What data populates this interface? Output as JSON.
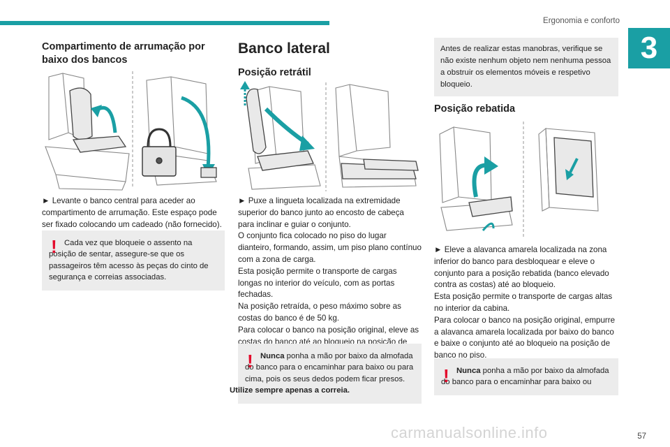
{
  "header": {
    "title": "Ergonomia e conforto",
    "chapter": "3",
    "page_number": "57"
  },
  "col1": {
    "heading": "Compartimento de arrumação por baixo dos bancos",
    "paragraph": "► Levante o banco central para aceder ao compartimento de arrumação. Este espaço pode ser fixado colocando um cadeado (não fornecido).",
    "warning": "Cada vez que bloqueie o assento na posição de sentar, assegure-se que os passageiros têm acesso às peças do cinto de segurança e correias associadas."
  },
  "col2": {
    "section_title": "Banco lateral",
    "subheading": "Posição retrátil",
    "paragraph_lines": [
      "► Puxe a lingueta localizada na extremidade superior do banco junto ao encosto de cabeça para inclinar e guiar o conjunto.",
      "O conjunto fica colocado no piso do lugar dianteiro, formando, assim, um piso plano contínuo com a zona de carga.",
      "Esta posição permite o transporte de cargas longas no interior do veículo, com as portas fechadas.",
      "Na posição retraída, o peso máximo sobre as costas do banco é de 50 kg.",
      "Para colocar o banco na posição original, eleve as costas do banco até ao bloqueio na posição de banco no piso."
    ],
    "warning_bold": "Nunca",
    "warning_text": " ponha a mão por baixo da almofada do banco para o encaminhar para baixo ou para cima, pois os seus dedos podem ficar presos.",
    "warning_last": "Utilize sempre apenas a correia."
  },
  "col3": {
    "note": "Antes de realizar estas manobras, verifique se não existe nenhum objeto nem nenhuma pessoa a obstruir os elementos móveis e respetivo bloqueio.",
    "subheading": "Posição rebatida",
    "paragraph_lines": [
      "► Eleve a alavanca amarela localizada na zona inferior do banco para desbloquear e eleve o conjunto para a posição rebatida (banco elevado contra as costas) até ao bloqueio.",
      "Esta posição permite o transporte de cargas altas no interior da cabina.",
      "Para colocar o banco na posição original, empurre a alavanca amarela localizada por baixo do banco e baixe o conjunto até ao bloqueio na posição de banco no piso."
    ],
    "warning_bold": "Nunca",
    "warning_text": " ponha a mão por baixo da almofada do banco para o encaminhar para baixo ou"
  },
  "watermark": "carmanualsonline.info",
  "colors": {
    "accent": "#1a9fa4",
    "warning": "#e30b2c",
    "box": "#ececec"
  }
}
